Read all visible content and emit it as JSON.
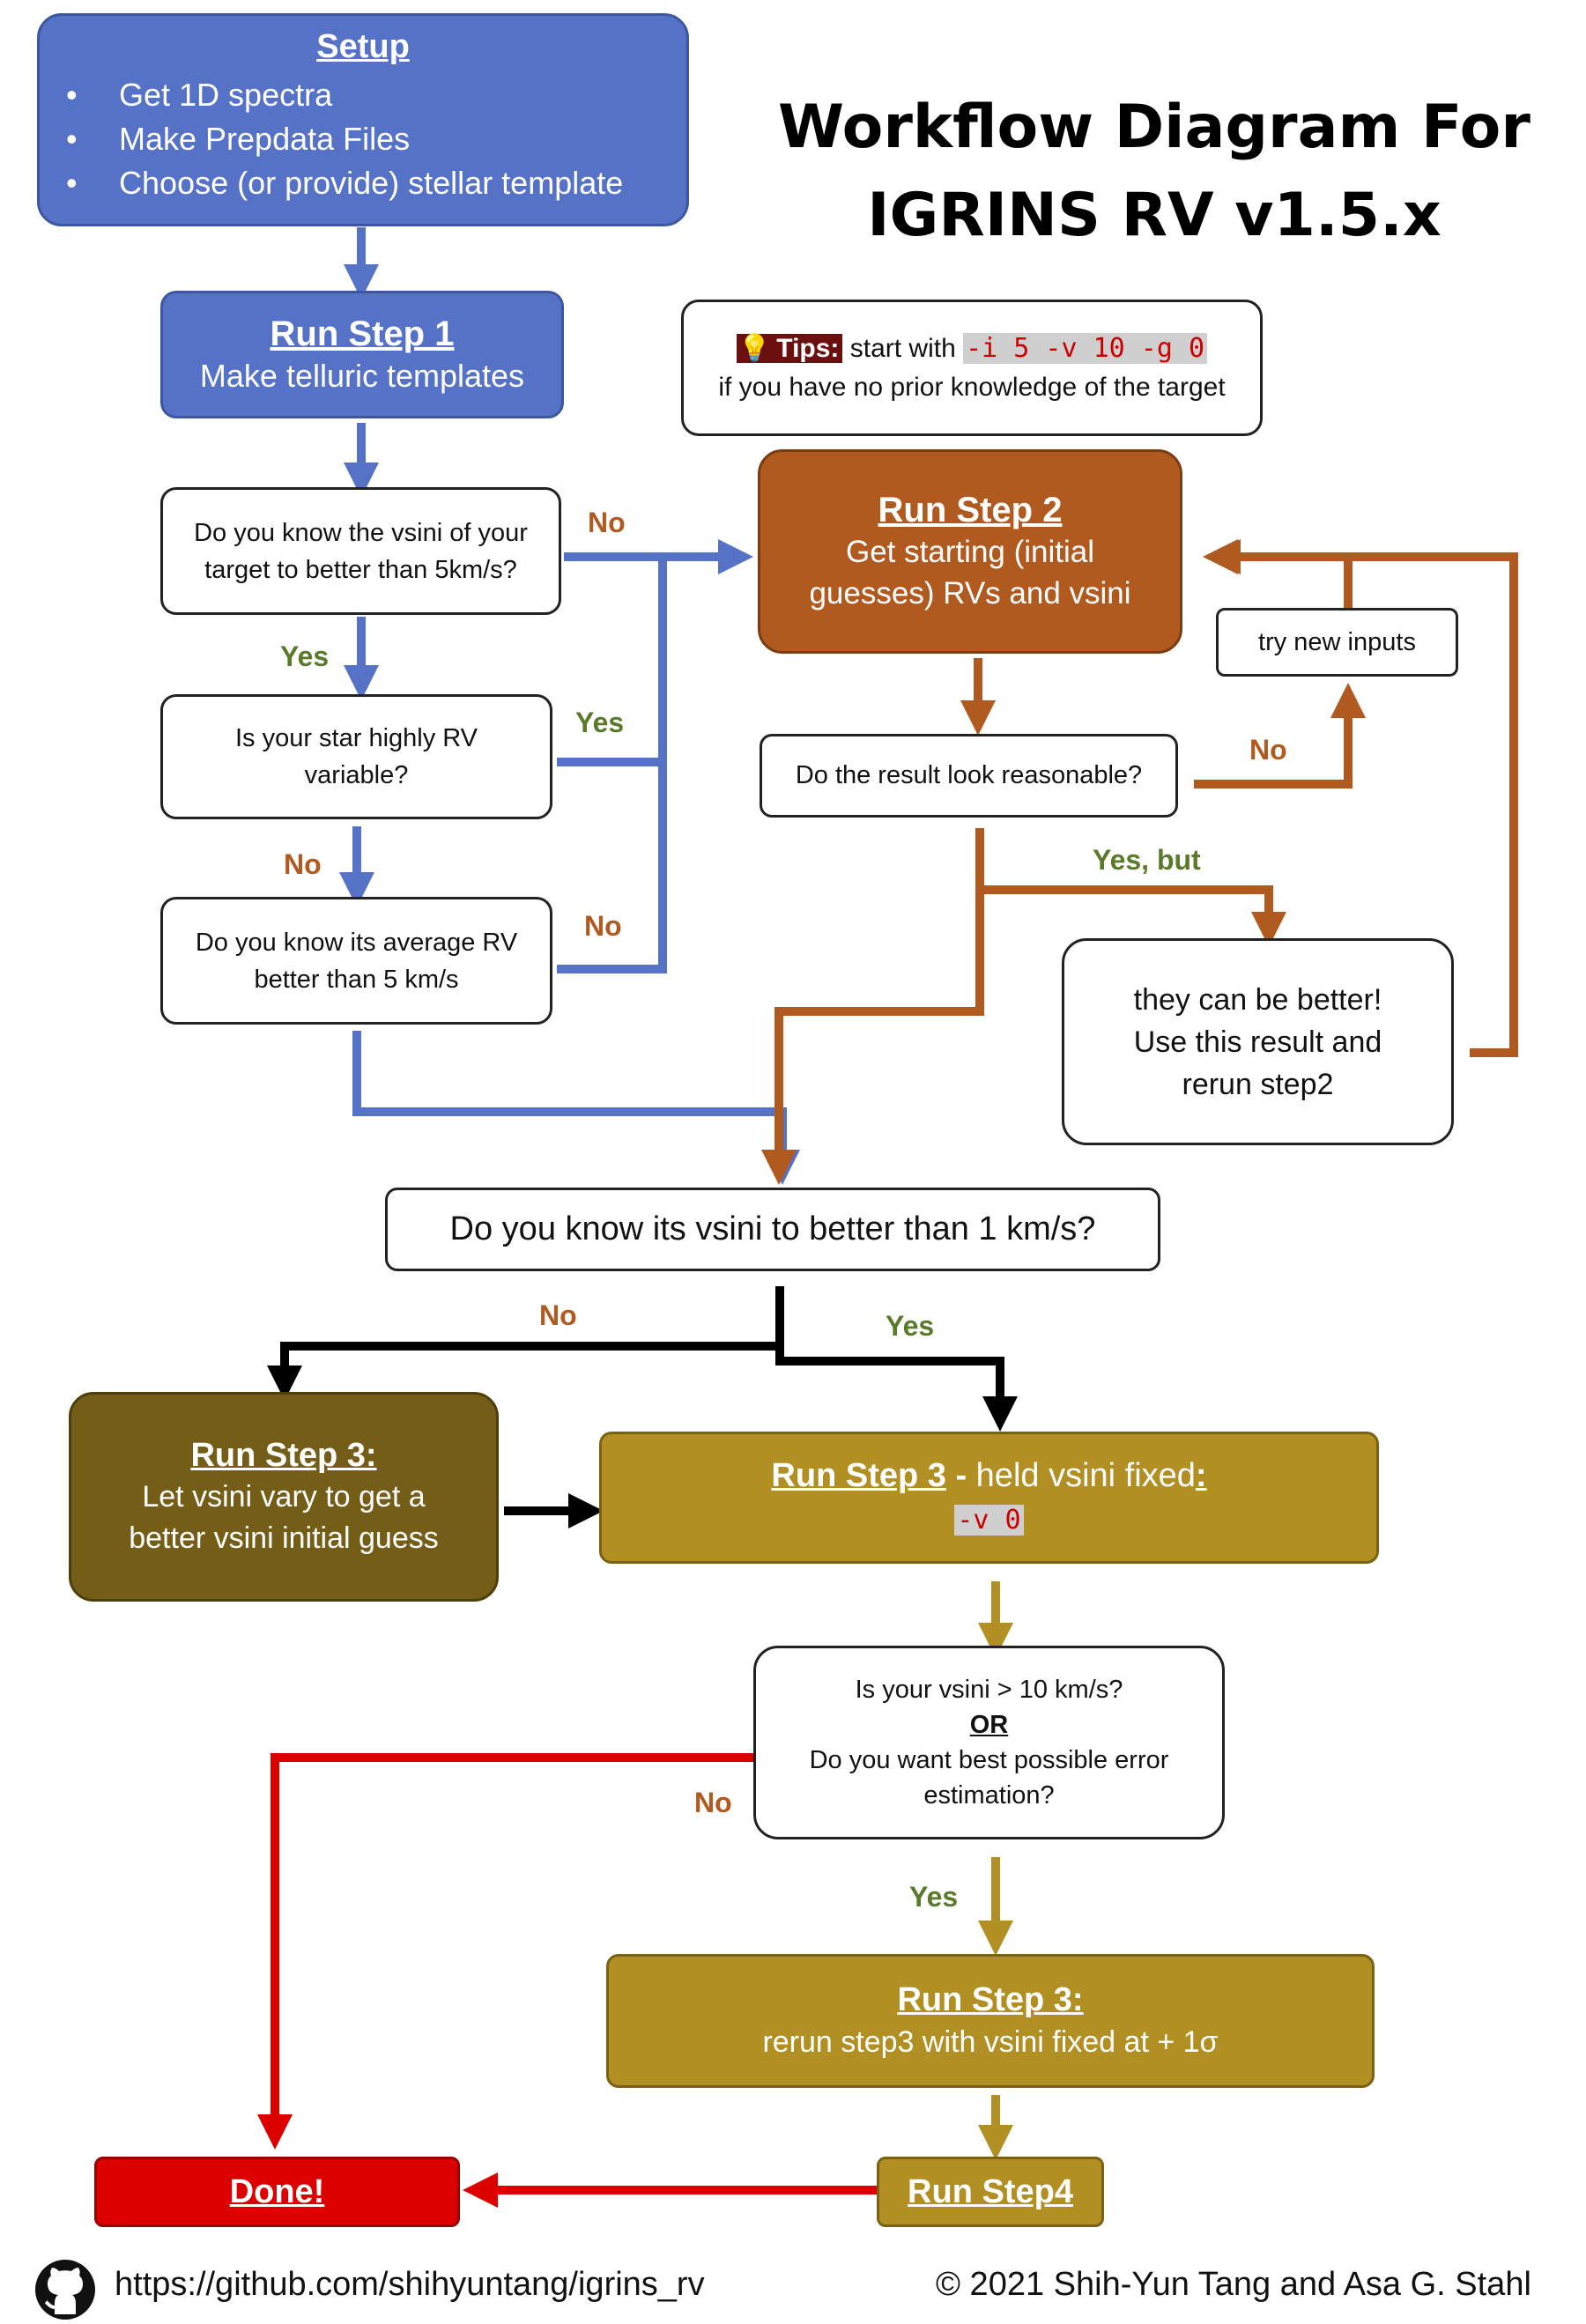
{
  "title": {
    "line1": "Workflow Diagram For",
    "line2": "IGRINS RV v1.5.x"
  },
  "setup": {
    "title": "Setup",
    "items": [
      "Get 1D spectra",
      "Make Prepdata Files",
      "Choose (or provide) stellar template"
    ]
  },
  "step1": {
    "title": "Run Step 1",
    "text": "Make telluric templates"
  },
  "tips": {
    "label": "Tips:",
    "pre": "start with",
    "code": "-i 5 -v 10 -g 0",
    "line2": "if you have no prior knowledge of the target"
  },
  "q_vsini5": "Do you know the vsini of your target to better than 5km/s?",
  "q_rvvar": "Is your star highly RV variable?",
  "q_avgrv": "Do you know its average RV better than 5 km/s",
  "step2": {
    "title": "Run Step 2",
    "text": "Get starting (initial guesses) RVs and vsini"
  },
  "try_new": "try new inputs",
  "q_reasonable": "Do the result look reasonable?",
  "better": "they can be better! Use this result and rerun step2",
  "q_vsini1": "Do you know its vsini to better than 1 km/s?",
  "step3_vary": {
    "title": "Run Step 3:",
    "text": "Let vsini vary to get a better vsini initial guess"
  },
  "step3_fixed": {
    "title": "Run Step 3",
    "dash": " - ",
    "rest": "held vsini fixed",
    "colon": ":",
    "code": "-v 0"
  },
  "q_error": {
    "line1": "Is your vsini > 10 km/s?",
    "or": "OR",
    "line2": "Do you want best possible error estimation?"
  },
  "step3_rerun": {
    "title": "Run Step 3:",
    "text": "rerun step3 with vsini fixed at + 1σ"
  },
  "step4": "Run Step4",
  "done": "Done!",
  "labels": {
    "no": "No",
    "yes": "Yes",
    "yes_but": "Yes, but"
  },
  "footer": {
    "url": "https://github.com/shihyuntang/igrins_rv",
    "copyright": "© 2021 Shih-Yun Tang and Asa G. Stahl"
  },
  "colors": {
    "blue": "#5572c6",
    "brown": "#b05a20",
    "black": "#000000",
    "gold": "#b18f23",
    "red": "#dd0000",
    "olive": "#745e17"
  }
}
